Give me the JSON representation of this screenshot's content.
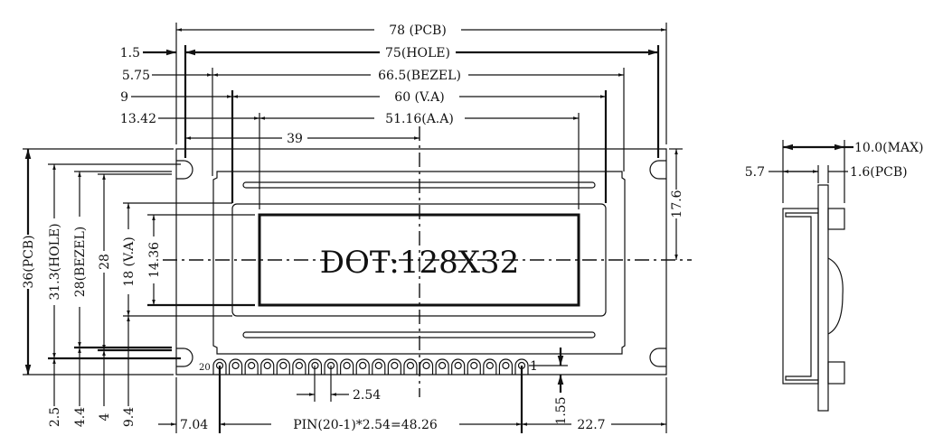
{
  "front_view": {
    "display_label": "DOT:128X32",
    "top_dims": {
      "pcb": "78 (PCB)",
      "hole": "75(HOLE)",
      "bezel": "66.5(BEZEL)",
      "va": "60 (V.A)",
      "aa": "51.16(A.A)",
      "center": "39",
      "off_hole": "1.5",
      "off_bezel": "5.75",
      "off_va": "9",
      "off_aa": "13.42"
    },
    "left_dims": {
      "pcb": "36(PCB)",
      "hole": "31.3(HOLE)",
      "bezel": "28(BEZEL)",
      "inner": "28",
      "va": "18 (V.A)",
      "aa": "14.36",
      "off_hole": "2.5",
      "off_bezel": "4.4",
      "off_inner": "4",
      "off_va": "9.4"
    },
    "right_dims": {
      "center_height": "17.6"
    },
    "bottom_dims": {
      "pitch": "2.54",
      "pin_offset": "7.04",
      "pin_span": "PIN(20-1)*2.54=48.26",
      "right_offset": "22.7",
      "pin_row": "1.55"
    },
    "pins": {
      "first_label": "1",
      "last_label": "20",
      "count": 20
    }
  },
  "side_view": {
    "max_thickness": "10.0(MAX)",
    "bezel_depth": "5.7",
    "pcb_thickness": "1.6(PCB)"
  }
}
